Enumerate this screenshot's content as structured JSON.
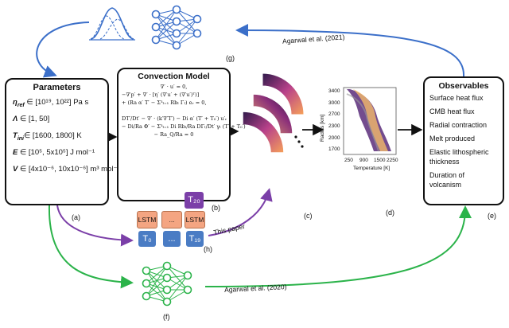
{
  "parameters": {
    "title": "Parameters",
    "rows": [
      {
        "sym": "η",
        "sub": "ref",
        "text": " ∈ [10¹⁹, 10²²] Pa s"
      },
      {
        "sym": "Λ",
        "sub": "",
        "text": " ∈ [1, 50]"
      },
      {
        "sym": "T",
        "sub": "ini",
        "text": "∈ [1600, 1800] K"
      },
      {
        "sym": "E",
        "sub": "",
        "text": " ∈ [10⁵, 5x10⁵] J mol⁻¹"
      },
      {
        "sym": "V",
        "sub": "",
        "text": " ∈ [4x10⁻⁶, 10x10⁻⁶] m³ mol⁻¹"
      }
    ]
  },
  "convection": {
    "title": "Convection Model",
    "lines": [
      "∇′ · u′ = 0,",
      "−∇′p′ + ∇′ · [η′ (∇′u′ + (∇′u′)ᵀ)]",
      "+ (Ra α′ T′ − Σ³ₗ₌₁ Rbₗ Γₗ) eᵣ = 0,",
      "DT′/Dt′ − ∇′ · (k′∇′T′) − Di α′ (T′ + T₀′) u′ᵣ",
      "− Di/Ra Φ′ − Σ³ₗ₌₁ Di Rbₗ/Ra DΓₗ/Dt′ γₗ (T′ + T₀′)",
      "− Ra_Q/Ra = 0"
    ]
  },
  "observables": {
    "title": "Observables",
    "items": [
      "Surface heat flux",
      "CMB heat flux",
      "Radial contraction",
      "Melt produced",
      "Elastic lithospheric thickness",
      "Duration of volcanism"
    ]
  },
  "labels": {
    "a": "(a)",
    "b": "(b)",
    "c": "(c)",
    "d": "(d)",
    "e": "(e)",
    "f": "(f)",
    "g": "(g)",
    "h": "(h)"
  },
  "citations": {
    "top": "Agarwal et al. (2021)",
    "bottom": "Agarwal et al. (2020)",
    "this_paper": "This paper"
  },
  "lstm": {
    "cells": [
      "LSTM",
      "...",
      "LSTM"
    ],
    "inputs": [
      "T₀",
      "...",
      "T₁₉"
    ],
    "output": "T₂₀"
  },
  "plot": {
    "ylabel": "Radius [km]",
    "xlabel": "Temperature [K]",
    "yticks": [
      "3400",
      "3000",
      "2700",
      "2300",
      "2000",
      "1700"
    ],
    "xticks": [
      "250",
      "900",
      "1500",
      "2250"
    ]
  },
  "colors": {
    "blue": "#3b6fc9",
    "green": "#2bb34a",
    "purple": "#7b3fa8",
    "lstm": "#f4a582",
    "tbox": "#4a7cc4"
  }
}
